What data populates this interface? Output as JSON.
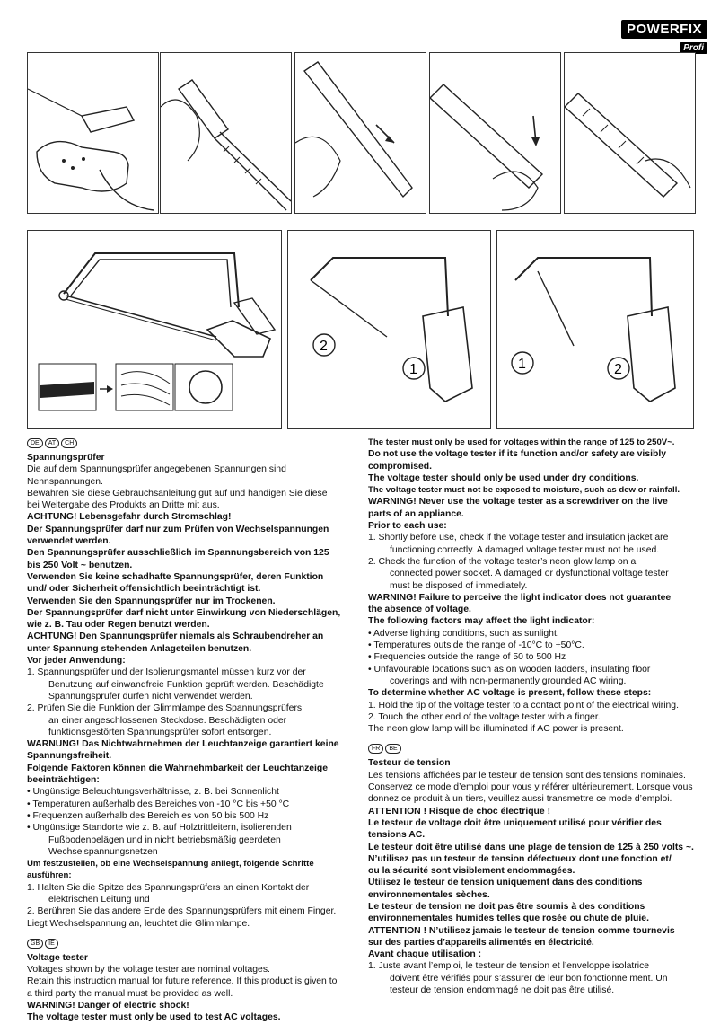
{
  "brand": {
    "name": "POWERFIX",
    "sub": "Profi"
  },
  "illustrations": {
    "label_1": "1",
    "label_2": "2"
  },
  "de": {
    "countries": [
      "DE",
      "AT",
      "CH"
    ],
    "lines": [
      {
        "t": "Spannungsprüfer",
        "s": "h"
      },
      {
        "t": "Die auf dem Spannungsprüfer angegebenen Spannungen sind Nennspannungen.",
        "s": "n"
      },
      {
        "t": "Bewahren Sie diese Gebrauchsanleitung gut auf und händigen Sie diese",
        "s": "n"
      },
      {
        "t": "bei Weitergabe des Produkts an Dritte mit aus.",
        "s": "n"
      },
      {
        "t": "ACHTUNG! Lebensgefahr durch Stromschlag!",
        "s": "b"
      },
      {
        "t": "Der Spannungsprüfer darf nur zum Prüfen von Wechselspannungen",
        "s": "b"
      },
      {
        "t": "verwendet werden.",
        "s": "b"
      },
      {
        "t": "Den Spannungsprüfer ausschließlich im Spannungsbereich von 125",
        "s": "b"
      },
      {
        "t": "bis 250 Volt ~ benutzen.",
        "s": "b"
      },
      {
        "t": "Verwenden Sie keine schadhafte Spannungsprüfer, deren Funktion",
        "s": "b"
      },
      {
        "t": "und/ oder Sicherheit offensichtlich beeinträchtigt ist.",
        "s": "b"
      },
      {
        "t": "Verwenden Sie den Spannungsprüfer nur im Trockenen.",
        "s": "b"
      },
      {
        "t": "Der Spannungsprüfer darf nicht unter Einwirkung von Niederschlägen,",
        "s": "b"
      },
      {
        "t": "wie z. B. Tau oder Regen benutzt werden.",
        "s": "b"
      },
      {
        "t": "ACHTUNG! Den Spannungsprüfer niemals als Schraubendreher an",
        "s": "b"
      },
      {
        "t": "unter Spannung stehenden Anlageteilen benutzen.",
        "s": "b"
      },
      {
        "t": "Vor jeder Anwendung:",
        "s": "b"
      },
      {
        "t": "1.  Spannungsprüfer und der Isolierungsmantel müssen kurz vor der",
        "s": "n"
      },
      {
        "t": "          Benutzung auf einwandfreie Funktion geprüft werden. Beschädigte",
        "s": "n"
      },
      {
        "t": "          Spannungsprüfer dürfen nicht verwendet werden.",
        "s": "n"
      },
      {
        "t": "2.  Prüfen Sie die Funktion der Glimmlampe des Spannungsprüfers",
        "s": "n"
      },
      {
        "t": "          an einer angeschlossenen Steckdose. Beschädigten oder",
        "s": "n"
      },
      {
        "t": "          funktionsgestörten Spannungsprüfer sofort entsorgen.",
        "s": "n"
      },
      {
        "t": "WARNUNG! Das Nichtwahrnehmen der Leuchtanzeige garantiert keine",
        "s": "b"
      },
      {
        "t": "Spannungsfreiheit.",
        "s": "b"
      },
      {
        "t": "Folgende Faktoren können die Wahrnehmbarkeit der Leuchtanzeige",
        "s": "b"
      },
      {
        "t": "beeinträchtigen:",
        "s": "b"
      },
      {
        "t": "•  Ungünstige Beleuchtungsverhältnisse, z. B. bei Sonnenlicht",
        "s": "n"
      },
      {
        "t": "•  Temperaturen außerhalb des Bereiches von -10 °C bis +50 °C",
        "s": "n"
      },
      {
        "t": "•  Frequenzen außerhalb des Bereich es von 50 bis 500 Hz",
        "s": "n"
      },
      {
        "t": "•  Ungünstige Standorte wie z. B. auf Holztrittleitern, isolierenden",
        "s": "n"
      },
      {
        "t": "          Fußbodenbelägen und in nicht betriebsmäßig geerdeten",
        "s": "n"
      },
      {
        "t": "          Wechselspannungsnetzen",
        "s": "n"
      },
      {
        "t": "Um festzustellen, ob eine Wechselspannung anliegt, folgende Schritte ausführen:",
        "s": "sb"
      },
      {
        "t": "1.  Halten Sie die Spitze des Spannungsprüfers an einen Kontakt der",
        "s": "n"
      },
      {
        "t": "          elektrischen Leitung und",
        "s": "n"
      },
      {
        "t": "2.  Berühren Sie das andere Ende des Spannungsprüfers mit einem Finger.",
        "s": "n"
      },
      {
        "t": "Liegt Wechselspannung an, leuchtet die Glimmlampe.",
        "s": "n"
      }
    ]
  },
  "gb": {
    "countries": [
      "GB",
      "IE"
    ],
    "lines": [
      {
        "t": "Voltage tester",
        "s": "h"
      },
      {
        "t": "Voltages shown by the voltage tester are nominal voltages.",
        "s": "n"
      },
      {
        "t": "Retain this instruction manual for future reference. If this product is given to",
        "s": "n"
      },
      {
        "t": "a third party the manual must be provided as well.",
        "s": "n"
      },
      {
        "t": "WARNING! Danger of electric shock!",
        "s": "b"
      },
      {
        "t": "The voltage tester must only be used  to test AC voltages.",
        "s": "b"
      }
    ]
  },
  "right": {
    "lines": [
      {
        "t": "The tester must only be used for voltages within the range of 125 to 250V~.",
        "s": "sb"
      },
      {
        "t": "Do not use the voltage tester if its function and/or safety are visibly",
        "s": "b"
      },
      {
        "t": "compromised.",
        "s": "b"
      },
      {
        "t": "The voltage tester should only be used under dry conditions.",
        "s": "b"
      },
      {
        "t": "The voltage tester must not be exposed to moisture, such as dew or rainfall.",
        "s": "sb"
      },
      {
        "t": "WARNING! Never use the voltage tester as a screwdriver on the live",
        "s": "b"
      },
      {
        "t": "parts of an appliance.",
        "s": "b"
      },
      {
        "t": "Prior to each use:",
        "s": "b"
      },
      {
        "t": "1.  Shortly before use, check if the voltage tester and insulation jacket are",
        "s": "n"
      },
      {
        "t": "          functioning correctly. A damaged voltage tester must not be used.",
        "s": "n"
      },
      {
        "t": "2.  Check the function of the voltage tester’s neon glow lamp on a",
        "s": "n"
      },
      {
        "t": "          connected power socket. A damaged or dysfunctional voltage tester",
        "s": "n"
      },
      {
        "t": "          must be disposed of immediately.",
        "s": "n"
      },
      {
        "t": "WARNING! Failure to perceive the light indicator does not guarantee",
        "s": "b"
      },
      {
        "t": "the absence of voltage.",
        "s": "b"
      },
      {
        "t": "The following factors may affect the light indicator:",
        "s": "b"
      },
      {
        "t": "•  Adverse lighting conditions, such as sunlight.",
        "s": "n"
      },
      {
        "t": "•  Temperatures outside the range of -10°C to +50°C.",
        "s": "n"
      },
      {
        "t": "•  Frequencies outside the range of 50 to 500 Hz",
        "s": "n"
      },
      {
        "t": "•  Unfavourable locations such as on wooden ladders, insulating floor",
        "s": "n"
      },
      {
        "t": "          coverings  and with non-permanently grounded AC wiring.",
        "s": "n"
      },
      {
        "t": "To determine whether AC voltage is present, follow these steps:",
        "s": "b"
      },
      {
        "t": "1.  Hold the tip of the voltage tester to a contact point of the electrical wiring.",
        "s": "n"
      },
      {
        "t": "2.  Touch the other end of the voltage tester with a finger.",
        "s": "n"
      },
      {
        "t": "The neon glow lamp will be illuminated if AC power is present.",
        "s": "n"
      }
    ]
  },
  "fr": {
    "countries": [
      "FR",
      "BE"
    ],
    "lines": [
      {
        "t": "Testeur de tension",
        "s": "h"
      },
      {
        "t": "Les tensions affichées par le testeur de tension sont des tensions nominales.",
        "s": "n"
      },
      {
        "t": "Conservez ce mode d’emploi pour vous y référer ultérieurement. Lorsque vous",
        "s": "n"
      },
      {
        "t": "donnez ce produit à un tiers, veuillez aussi transmettre ce mode d’emploi.",
        "s": "n"
      },
      {
        "t": "ATTENTION ! Risque de choc électrique !",
        "s": "b"
      },
      {
        "t": "Le testeur de voltage doit être uniquement utilisé pour vérifier des",
        "s": "b"
      },
      {
        "t": "tensions AC.",
        "s": "b"
      },
      {
        "t": "Le testeur doit être utilisé dans une plage de tension de 125 à 250 volts ~.",
        "s": "b"
      },
      {
        "t": "N’utilisez pas un testeur de tension défectueux dont une fonction et/",
        "s": "b"
      },
      {
        "t": "ou la sécurité sont visiblement endommagées.",
        "s": "b"
      },
      {
        "t": "Utilisez le testeur de tension uniquement dans des conditions",
        "s": "b"
      },
      {
        "t": "environnementales sèches.",
        "s": "b"
      },
      {
        "t": "Le testeur de tension ne doit pas être soumis à des conditions",
        "s": "b"
      },
      {
        "t": "environnementales humides telles que rosée ou chute de pluie.",
        "s": "b"
      },
      {
        "t": "ATTENTION ! N’utilisez jamais le testeur de tension comme tournevis",
        "s": "b"
      },
      {
        "t": "sur des parties d’appareils alimentés en électricité.",
        "s": "b"
      },
      {
        "t": "Avant chaque utilisation :",
        "s": "b"
      },
      {
        "t": "1.  Juste avant l’emploi, le testeur de tension et l’enveloppe isolatrice",
        "s": "n"
      },
      {
        "t": "          doivent être vérifiés pour s’assurer de leur bon fonctionne ment. Un",
        "s": "n"
      },
      {
        "t": "          testeur de tension endommagé ne doit pas être utilisé.",
        "s": "n"
      }
    ]
  }
}
